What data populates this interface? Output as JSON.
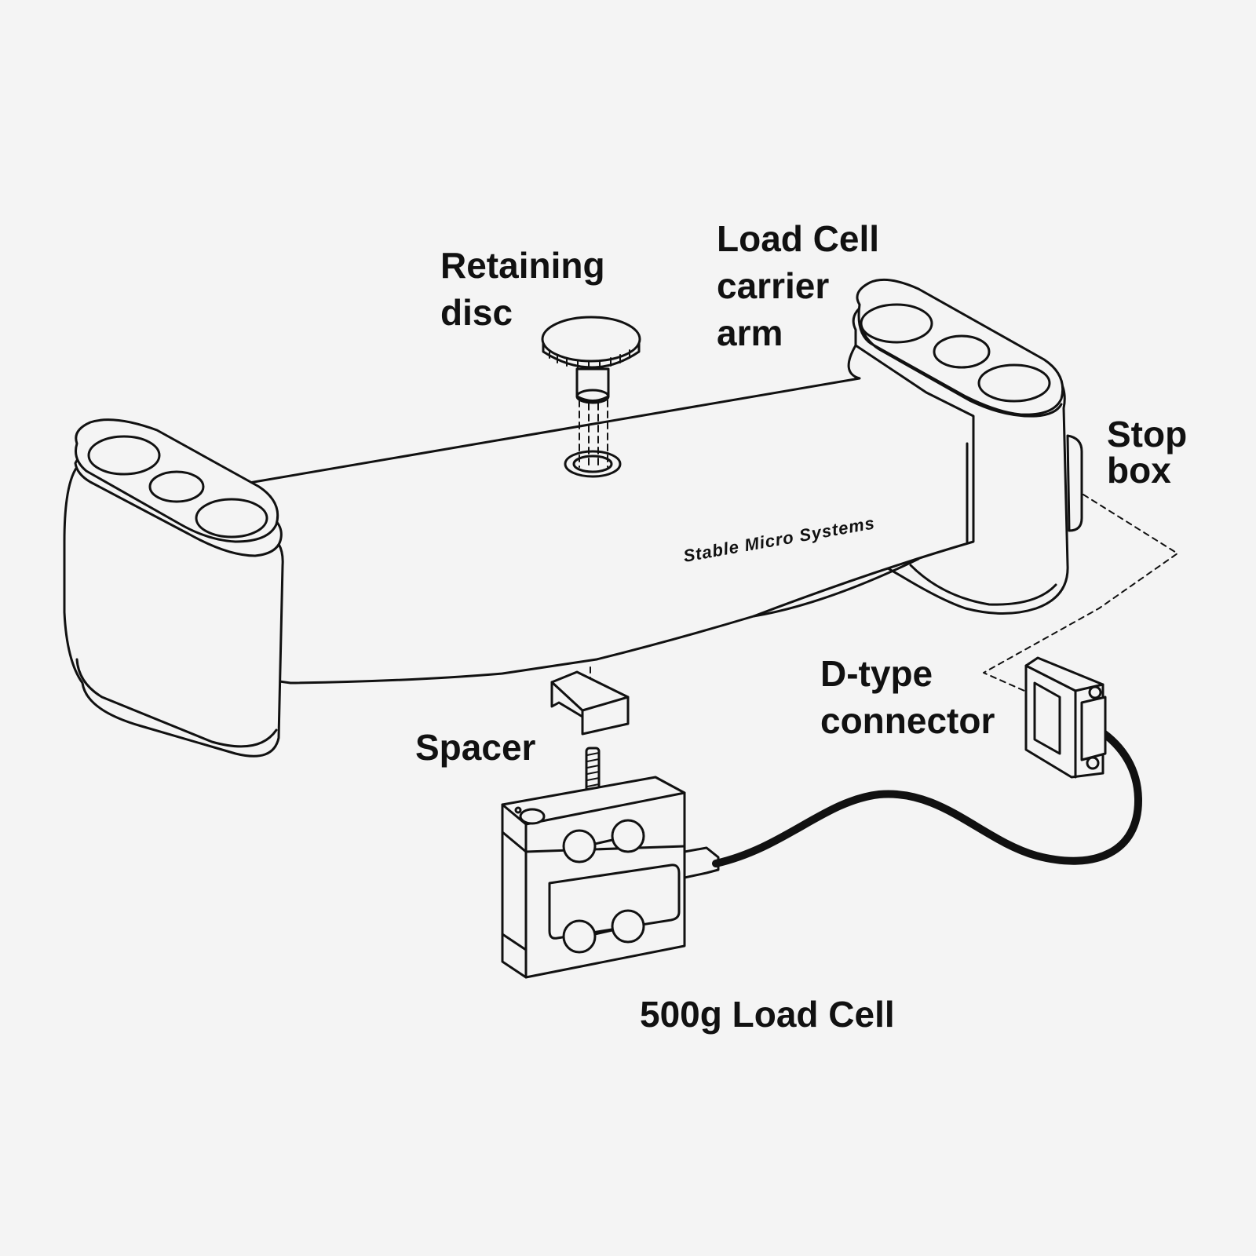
{
  "labels": {
    "retaining_disc": [
      "Retaining",
      "disc"
    ],
    "carrier_arm": [
      "Load Cell",
      "carrier",
      "arm"
    ],
    "stop_box": [
      "Stop",
      "box"
    ],
    "d_type_connector": [
      "D-type",
      "connector"
    ],
    "spacer": "Spacer",
    "load_cell": "500g Load Cell"
  },
  "brand_text": "Stable Micro Systems",
  "colors": {
    "background": "#f4f4f4",
    "line": "#111111",
    "fill": "#f4f4f4"
  }
}
